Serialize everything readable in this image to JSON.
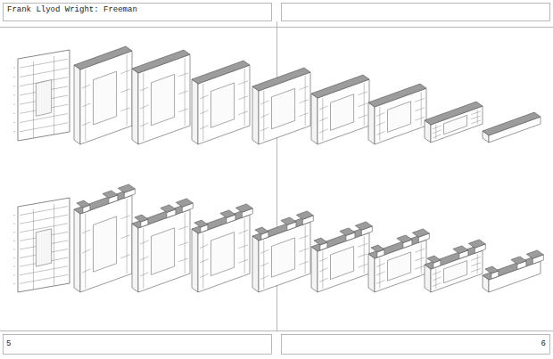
{
  "diagram": {
    "title": "Frank Llyod Wright: Freeman",
    "labels": [
      "5",
      "6"
    ]
  }
}
